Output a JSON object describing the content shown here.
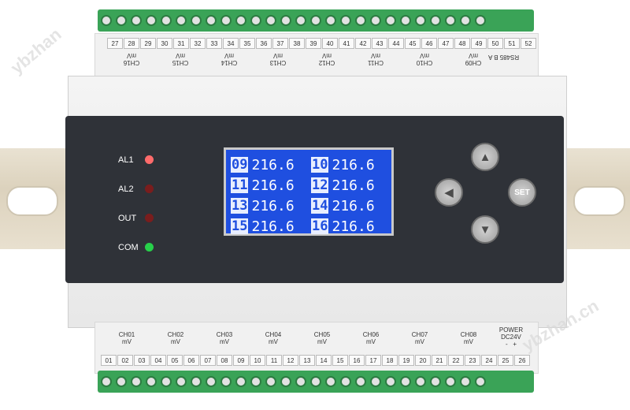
{
  "colors": {
    "lcd_bg": "#1f4fe0",
    "led_al1": "#ff6b6b",
    "led_al2": "#7a1d1d",
    "led_out": "#7a1d1d",
    "led_com": "#27d04a",
    "terminal": "#3aa357"
  },
  "watermark": {
    "left": "ybzhan",
    "right": "ybzhan.cn"
  },
  "top_terminals": [
    "27",
    "28",
    "29",
    "30",
    "31",
    "32",
    "33",
    "34",
    "35",
    "36",
    "37",
    "38",
    "39",
    "40",
    "41",
    "42",
    "43",
    "44",
    "45",
    "46",
    "47",
    "48",
    "49",
    "50",
    "51",
    "52"
  ],
  "top_channels": [
    {
      "name": "CH09",
      "unit": "mV"
    },
    {
      "name": "CH10",
      "unit": "mV"
    },
    {
      "name": "CH11",
      "unit": "mV"
    },
    {
      "name": "CH12",
      "unit": "mV"
    },
    {
      "name": "CH13",
      "unit": "mV"
    },
    {
      "name": "CH14",
      "unit": "mV"
    },
    {
      "name": "CH15",
      "unit": "mV"
    },
    {
      "name": "CH16",
      "unit": "mV"
    }
  ],
  "rs485": {
    "label": "RS485",
    "a": "A",
    "b": "B"
  },
  "bottom_terminals": [
    "01",
    "02",
    "03",
    "04",
    "05",
    "06",
    "07",
    "08",
    "09",
    "10",
    "11",
    "12",
    "13",
    "14",
    "15",
    "16",
    "17",
    "18",
    "19",
    "20",
    "21",
    "22",
    "23",
    "24",
    "25",
    "26"
  ],
  "bottom_channels": [
    {
      "name": "CH01",
      "unit": "mV"
    },
    {
      "name": "CH02",
      "unit": "mV"
    },
    {
      "name": "CH03",
      "unit": "mV"
    },
    {
      "name": "CH04",
      "unit": "mV"
    },
    {
      "name": "CH05",
      "unit": "mV"
    },
    {
      "name": "CH06",
      "unit": "mV"
    },
    {
      "name": "CH07",
      "unit": "mV"
    },
    {
      "name": "CH08",
      "unit": "mV"
    }
  ],
  "power": {
    "label": "POWER",
    "voltage": "DC24V",
    "minus": "-",
    "plus": "+"
  },
  "leds": [
    {
      "label": "AL1"
    },
    {
      "label": "AL2"
    },
    {
      "label": "OUT"
    },
    {
      "label": "COM"
    }
  ],
  "display": {
    "rows": [
      [
        {
          "ch": "09",
          "value": "216.6"
        },
        {
          "ch": "10",
          "value": "216.6"
        }
      ],
      [
        {
          "ch": "11",
          "value": "216.6"
        },
        {
          "ch": "12",
          "value": "216.6"
        }
      ],
      [
        {
          "ch": "13",
          "value": "216.6"
        },
        {
          "ch": "14",
          "value": "216.6"
        }
      ],
      [
        {
          "ch": "15",
          "value": "216.6"
        },
        {
          "ch": "16",
          "value": "216.6"
        }
      ]
    ]
  },
  "buttons": {
    "up": "▲",
    "left": "◀",
    "down": "▼",
    "set": "SET"
  }
}
